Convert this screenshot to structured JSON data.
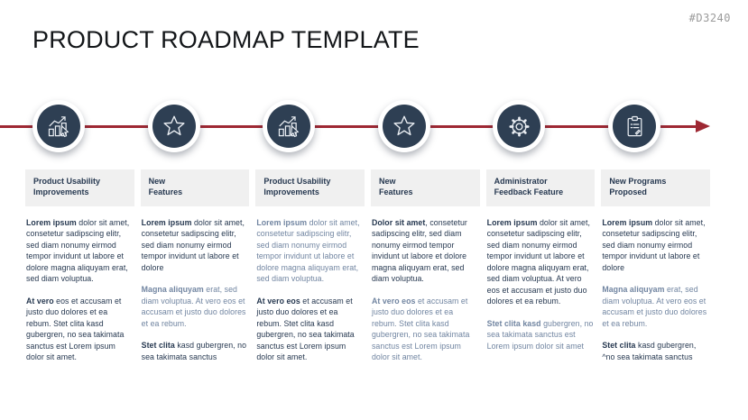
{
  "watermark": "#D3240",
  "title": "PRODUCT ROADMAP TEMPLATE",
  "colors": {
    "accent_red": "#9E2833",
    "node_navy": "#2E3F53",
    "text_dark": "#263850",
    "text_light": "#7185A1",
    "header_bg": "#F0F0F0",
    "watermark_gray": "#9B9B9B"
  },
  "timeline": {
    "icons": [
      "usability-growth-cursor",
      "star",
      "usability-growth-cursor",
      "star",
      "gear",
      "clipboard"
    ]
  },
  "columns": [
    {
      "header": "Product Usability\nImprovements",
      "paragraphs": [
        {
          "lead": "Lorem ipsum",
          "text": " dolor sit amet, consetetur sadipscing elitr, sed diam nonumy eirmod tempor invidunt ut labore et dolore magna aliquyam erat, sed diam voluptua.",
          "tone": "dark"
        },
        {
          "lead": "At vero",
          "text": " eos et accusam et justo duo dolores et ea rebum. Stet clita kasd gubergren, no sea takimata sanctus est Lorem ipsum dolor sit amet.",
          "tone": "dark"
        }
      ]
    },
    {
      "header": "New\nFeatures",
      "paragraphs": [
        {
          "lead": "Lorem ipsum",
          "text": " dolor sit amet, consetetur sadipscing elitr, sed diam nonumy eirmod tempor invidunt ut labore et dolore",
          "tone": "dark"
        },
        {
          "lead": "Magna aliquyam",
          "text": " erat, sed diam voluptua. At vero eos et accusam et justo duo dolores et ea rebum.",
          "tone": "light"
        },
        {
          "lead": "Stet clita",
          "text": " kasd gubergren, no sea takimata sanctus",
          "tone": "dark"
        }
      ]
    },
    {
      "header": "Product Usability\nImprovements",
      "paragraphs": [
        {
          "lead": "Lorem ipsum",
          "text": " dolor sit amet, consetetur sadipscing elitr, sed diam nonumy eirmod tempor invidunt ut labore et dolore magna aliquyam erat, sed diam voluptua.",
          "tone": "light"
        },
        {
          "lead": "At vero eos",
          "text": " et accusam et justo duo dolores et ea rebum. Stet clita kasd gubergren, no sea takimata sanctus est Lorem ipsum dolor sit amet.",
          "tone": "dark"
        }
      ]
    },
    {
      "header": "New\nFeatures",
      "paragraphs": [
        {
          "lead": "Dolor sit amet",
          "text": ", consetetur sadipscing elitr, sed diam nonumy eirmod tempor invidunt ut labore et dolore magna aliquyam erat, sed diam voluptua.",
          "tone": "dark"
        },
        {
          "lead": "At vero eos",
          "text": " et accusam et justo duo dolores et ea rebum. Stet clita kasd gubergren, no sea takimata sanctus est Lorem ipsum dolor sit amet.",
          "tone": "light"
        }
      ]
    },
    {
      "header": "Administrator\nFeedback Feature",
      "paragraphs": [
        {
          "lead": "Lorem ipsum",
          "text": " dolor sit amet, consetetur sadipscing elitr, sed diam nonumy eirmod tempor invidunt ut labore et dolore magna aliquyam erat, sed diam voluptua. At vero eos et accusam et justo duo dolores et ea rebum.",
          "tone": "dark"
        },
        {
          "lead": "Stet clita kasd",
          "text": " gubergren, no sea takimata sanctus est Lorem ipsum dolor sit amet",
          "tone": "light"
        }
      ]
    },
    {
      "header": "New Programs\nProposed",
      "paragraphs": [
        {
          "lead": "Lorem ipsum",
          "text": " dolor sit amet, consetetur sadipscing elitr, sed diam nonumy eirmod tempor invidunt ut labore et dolore",
          "tone": "dark"
        },
        {
          "lead": "Magna aliquyam",
          "text": " erat, sed diam voluptua. At vero eos et accusam et justo duo dolores et ea rebum.",
          "tone": "light"
        },
        {
          "lead": "Stet clita",
          "text": " kasd gubergren, ^no sea takimata sanctus",
          "tone": "dark"
        }
      ]
    }
  ]
}
